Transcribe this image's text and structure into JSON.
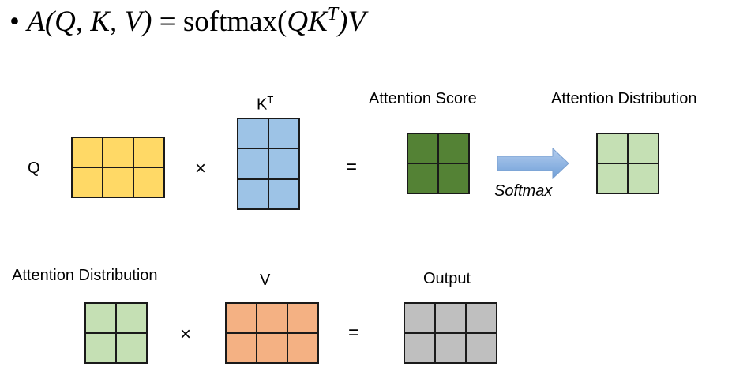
{
  "formula": {
    "bullet": "•",
    "lhs_fn": "A",
    "lhs_args": "(Q, K, V)",
    "equals": "=",
    "softmax": "softmax(",
    "qk": "QK",
    "sup": "T",
    "rhs_tail": ")V"
  },
  "row1": {
    "q_label": "Q",
    "kt_label": "K",
    "kt_sup": "T",
    "times": "×",
    "equals": "=",
    "score_label": "Attention Score",
    "dist_label": "Attention Distribution",
    "arrow_label": "Softmax"
  },
  "row2": {
    "dist_label": "Attention Distribution",
    "v_label": "V",
    "times": "×",
    "equals": "=",
    "output_label": "Output"
  },
  "colors": {
    "q": "#ffd966",
    "kt": "#9dc3e6",
    "score": "#548235",
    "dist": "#c5e0b4",
    "v": "#f4b183",
    "output": "#bfbfbf",
    "arrow": "#8fb4e0"
  },
  "matrices": {
    "q": {
      "rows": 2,
      "cols": 3
    },
    "kt": {
      "rows": 3,
      "cols": 2
    },
    "score": {
      "rows": 2,
      "cols": 2
    },
    "dist": {
      "rows": 2,
      "cols": 2
    },
    "dist2": {
      "rows": 2,
      "cols": 2
    },
    "v": {
      "rows": 2,
      "cols": 3
    },
    "output": {
      "rows": 2,
      "cols": 3
    }
  }
}
